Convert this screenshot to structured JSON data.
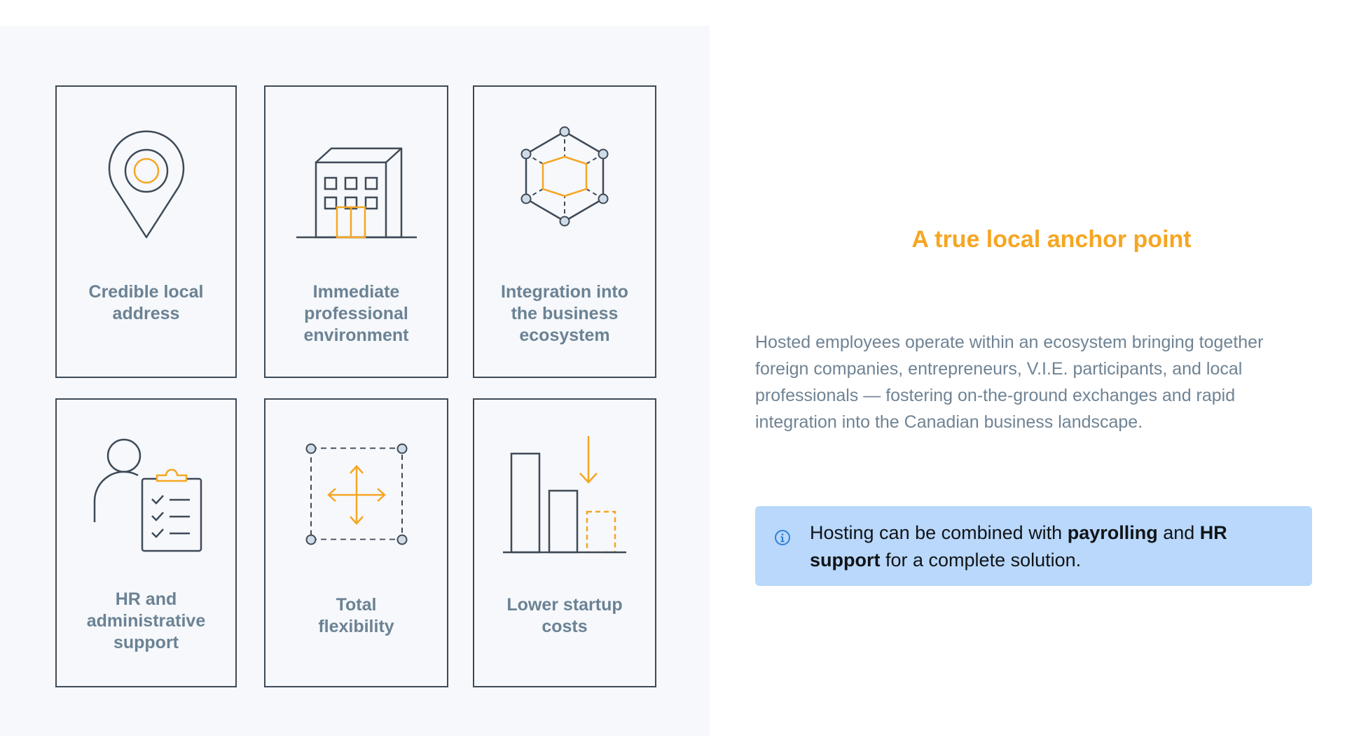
{
  "cards": [
    {
      "label_lines": [
        "Credible local",
        "address"
      ],
      "icon": "location-pin-icon"
    },
    {
      "label_lines": [
        "Immediate",
        "professional",
        "environment"
      ],
      "icon": "office-building-icon"
    },
    {
      "label_lines": [
        "Integration into",
        "the business",
        "ecosystem"
      ],
      "icon": "network-hexagon-icon"
    },
    {
      "label_lines": [
        "HR and",
        "administrative",
        "support"
      ],
      "icon": "person-clipboard-icon"
    },
    {
      "label_lines": [
        "Total",
        "flexibility"
      ],
      "icon": "move-arrows-icon"
    },
    {
      "label_lines": [
        "Lower startup",
        "costs"
      ],
      "icon": "decreasing-bars-icon"
    }
  ],
  "heading": "A true local anchor point",
  "body_text": "Hosted employees operate within an ecosystem bringing together foreign companies, entrepreneurs, V.I.E. participants, and local professionals — fostering on-the-ground exchanges and rapid integration into the Canadian business landscape.",
  "callout": {
    "icon": "info-circle-icon",
    "text_before": "Hosting can be combined with ",
    "bold_1": "payrolling",
    "text_middle": " and ",
    "bold_2": "HR support",
    "text_after": " for a complete solution."
  },
  "colors": {
    "accent_orange": "#f5a623",
    "label_slate": "#6b8294",
    "body_gray": "#6f8394",
    "callout_bg": "#b9d8fb",
    "info_blue": "#2f7fd8",
    "outline": "#3f4a57"
  }
}
